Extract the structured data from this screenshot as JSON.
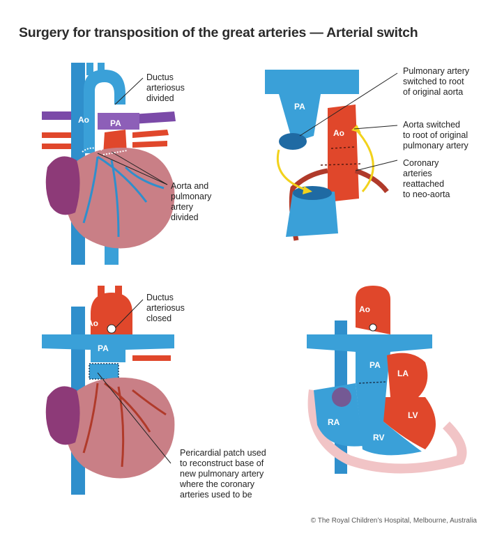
{
  "title": "Surgery for transposition of the great arteries — Arterial switch",
  "copyright": "© The Royal Children’s Hospital, Melbourne, Australia",
  "colors": {
    "artery_red": "#e0472b",
    "vessel_blue": "#3aa0d8",
    "heart_pink": "#c97f86",
    "atrium_purple": "#8d3a78",
    "pale_pink": "#f1c4c6",
    "arrow_yellow": "#f2d21c"
  },
  "panel1": {
    "ao": "Ao",
    "pa": "PA",
    "label_ductus": "Ductus\narteriosus\ndivided",
    "label_divided": "Aorta and\npulmonary\nartery\ndivided"
  },
  "panel2": {
    "pa": "PA",
    "ao": "Ao",
    "label_pa_switched": "Pulmonary artery\nswitched to root\nof original aorta",
    "label_ao_switched": "Aorta switched\nto root of original\npulmonary artery",
    "label_coronary": "Coronary\narteries\nreattached\nto neo-aorta"
  },
  "panel3": {
    "ao": "Ao",
    "pa": "PA",
    "label_ductus": "Ductus\narteriosus\nclosed",
    "label_patch": "Pericardial patch used\nto reconstruct base of\nnew pulmonary artery\nwhere the coronary\narteries used to be"
  },
  "panel4": {
    "ao": "Ao",
    "pa": "PA",
    "la": "LA",
    "ra": "RA",
    "lv": "LV",
    "rv": "RV"
  }
}
